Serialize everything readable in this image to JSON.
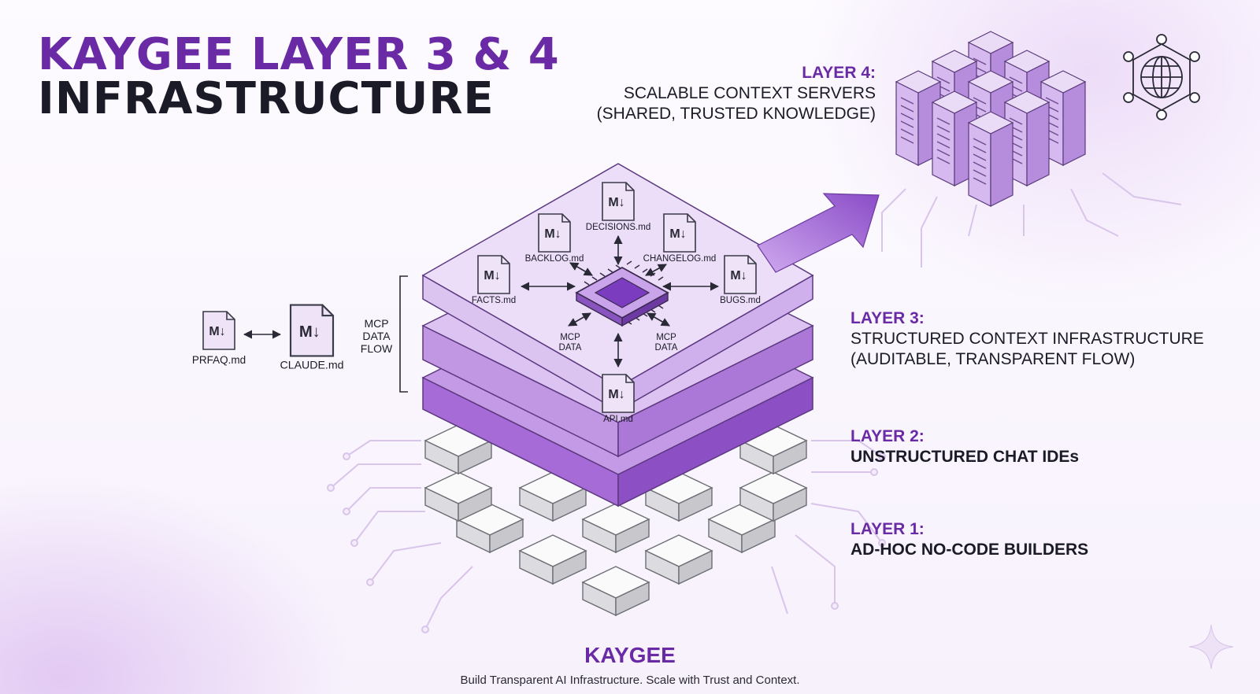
{
  "title": {
    "line1": "KAYGEE LAYER 3 & 4",
    "line2": "INFRASTRUCTURE"
  },
  "layers": [
    {
      "label": "LAYER 4:",
      "name": "SCALABLE CONTEXT SERVERS",
      "detail": "(SHARED, TRUSTED KNOWLEDGE)"
    },
    {
      "label": "LAYER 3:",
      "name": "STRUCTURED CONTEXT INFRASTRUCTURE",
      "detail": "(AUDITABLE, TRANSPARENT FLOW)"
    },
    {
      "label": "LAYER 2:",
      "name": "UNSTRUCTURED CHAT IDEs"
    },
    {
      "label": "LAYER 1:",
      "name": "AD-HOC NO-CODE BUILDERS"
    }
  ],
  "files": {
    "decisions": "DECISIONS.md",
    "backlog": "BACKLOG.md",
    "changelog": "CHANGELOG.md",
    "facts": "FACTS.md",
    "bugs": "BUGS.md",
    "api": "API.md",
    "prfaq": "PRFAQ.md",
    "claude": "CLAUDE.md"
  },
  "md_badge": "M↓",
  "mcp": {
    "line1": "MCP",
    "line2": "DATA",
    "line3": "FLOW"
  },
  "footer": {
    "title": "KAYGEE",
    "tagline": "Build Transparent AI Infrastructure. Scale with Trust and Context."
  },
  "colors": {
    "accent": "#6a2aa5",
    "slab_top": "#e6d3f4",
    "slab_side": "#b585db",
    "chip": "#7c3cc0",
    "ink": "#1b1b27"
  },
  "icons": [
    "markdown-file-icon",
    "cpu-chip-icon",
    "globe-network-icon",
    "server-rack-icon",
    "sparkle-icon"
  ]
}
